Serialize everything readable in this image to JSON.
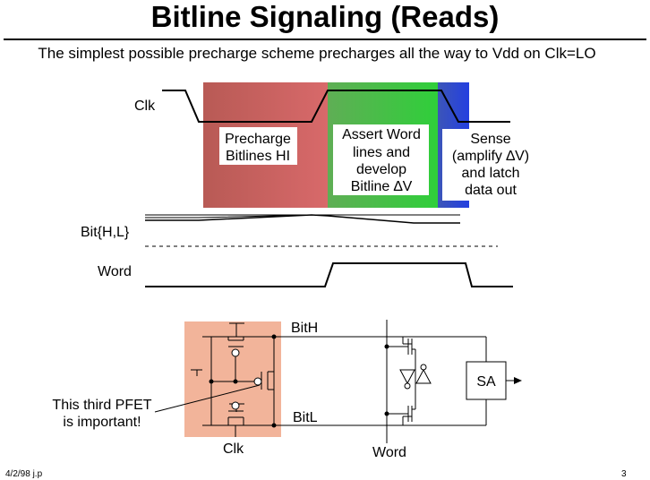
{
  "slide": {
    "title": "Bitline Signaling (Reads)",
    "subtitle": "The simplest possible precharge scheme precharges all the way to Vdd on Clk=LO",
    "footer_left": "4/2/98 j.p",
    "page_number": "3"
  },
  "timing": {
    "clk_label": "Clk",
    "bit_label": "Bit{H,L}",
    "word_label": "Word",
    "phases": [
      {
        "lines": [
          "Precharge",
          "Bitlines HI"
        ],
        "color": "#c0504d"
      },
      {
        "lines": [
          "Assert Word",
          "lines and",
          "develop",
          "Bitline ∆V"
        ],
        "color": "#3cb84a"
      },
      {
        "lines": [
          "Sense",
          "(amplify ∆V)",
          "and latch",
          "data out"
        ],
        "color": "#3a4fc4"
      }
    ]
  },
  "circuit": {
    "bith_label": "BitH",
    "bitl_label": "BitL",
    "clk_label": "Clk",
    "word_label": "Word",
    "sa_label": "SA",
    "note_lines": [
      "This third PFET",
      "is important!"
    ],
    "highlight_color": "#f2b49a"
  }
}
